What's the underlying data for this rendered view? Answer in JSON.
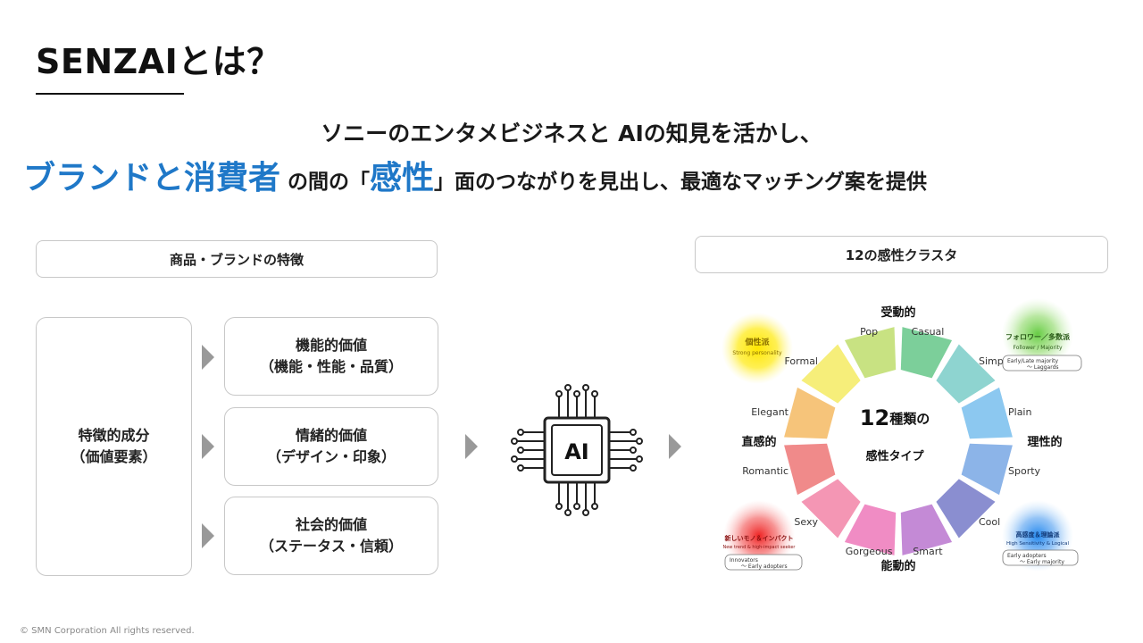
{
  "slide": {
    "title": "SENZAIとは？",
    "tagline1": "ソニーのエンタメビジネスと AIの知見を活かし、",
    "tagline2_em1": "ブランドと消費者",
    "tagline2_mid": " の間の「",
    "tagline2_em2": "感性",
    "tagline2_end": "」面のつながりを見出し、最適なマッチング案を提供"
  },
  "left_panel": {
    "header": "商品・ブランドの特徴",
    "main_box": {
      "line1": "特徴的成分",
      "line2": "（価値要素）"
    },
    "values": [
      {
        "line1": "機能的価値",
        "line2": "（機能・性能・品質）"
      },
      {
        "line1": "情緒的価値",
        "line2": "（デザイン・印象）"
      },
      {
        "line1": "社会的価値",
        "line2": "（ステータス・信頼）"
      }
    ]
  },
  "ai_chip": {
    "label": "AI"
  },
  "right_panel": {
    "header": "12の感性クラスタ",
    "center_line1_num": "12",
    "center_line1_text": "種類の",
    "center_line2": "感性タイプ",
    "axis": {
      "top": "受動的",
      "bottom": "能動的",
      "left": "直感的",
      "right": "理性的"
    },
    "clusters": [
      {
        "label": "Casual",
        "color": "#7ccf9a"
      },
      {
        "label": "Simple",
        "color": "#8ed4d0"
      },
      {
        "label": "Plain",
        "color": "#8cc8f0"
      },
      {
        "label": "Sporty",
        "color": "#8cb4e8"
      },
      {
        "label": "Cool",
        "color": "#8a8ed0"
      },
      {
        "label": "Smart",
        "color": "#c48ad6"
      },
      {
        "label": "Gorgeous",
        "color": "#f08cc4"
      },
      {
        "label": "Sexy",
        "color": "#f496b4"
      },
      {
        "label": "Romantic",
        "color": "#f08a8a"
      },
      {
        "label": "Elegant",
        "color": "#f6c47a"
      },
      {
        "label": "Formal",
        "color": "#f6ee7a"
      },
      {
        "label": "Pop",
        "color": "#c8e282"
      }
    ],
    "quadrants": {
      "top_left": {
        "title": "個性派",
        "subtitle": "Strong personality",
        "color": "#ffe600"
      },
      "top_right": {
        "title": "フォロワー／多数派",
        "subtitle": "Follower / Majority",
        "tag_line1": "Early/Late majority",
        "tag_line2": "〜 Laggards",
        "color": "#66cc44"
      },
      "bottom_left": {
        "title": "新しいモノ＆インパクト",
        "subtitle": "New trend & high-impact seeker",
        "tag_line1": "Innovators",
        "tag_line2": "〜 Early adopters",
        "color": "#ee2222"
      },
      "bottom_right": {
        "title": "高感度＆理論派",
        "subtitle": "High Sensitivity & Logical",
        "tag_line1": "Early adopters",
        "tag_line2": "〜 Early majority",
        "color": "#2288ee"
      }
    }
  },
  "footer": "© SMN Corporation All rights reserved."
}
